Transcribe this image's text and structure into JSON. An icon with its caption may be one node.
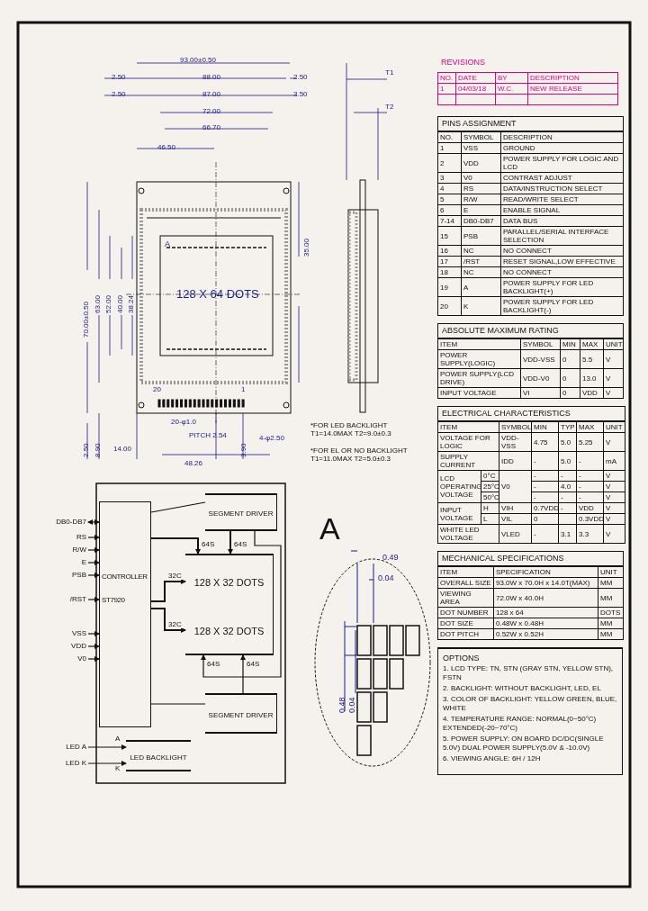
{
  "diagram": {
    "nodes": [
      {
        "text": [
          "CONTROLLER",
          "ST7920"
        ]
      },
      {
        "text": [
          "SEGMENT DRIVER"
        ]
      },
      {
        "text": [
          "128 X 32 DOTS"
        ]
      },
      {
        "text": [
          "128 X 32 DOTS"
        ]
      },
      {
        "text": [
          "SEGMENT DRIVER"
        ]
      },
      {
        "text": [
          "LED BACKLIGHT"
        ]
      },
      {
        "text": [
          "DB0-DB7"
        ]
      },
      {
        "text": [
          "RS"
        ]
      },
      {
        "text": [
          "R/W"
        ]
      },
      {
        "text": [
          "E"
        ]
      },
      {
        "text": [
          "PSB"
        ]
      },
      {
        "text": [
          "/RST"
        ]
      },
      {
        "text": [
          "VSS"
        ]
      },
      {
        "text": [
          "VDD"
        ]
      },
      {
        "text": [
          "V0"
        ]
      },
      {
        "text": [
          "LED A"
        ]
      },
      {
        "text": [
          "LED K"
        ]
      }
    ],
    "edges": [
      {
        "from": 6,
        "to": 0,
        "arrow": "both"
      },
      {
        "from": 7,
        "to": 0,
        "arrow": "to"
      },
      {
        "from": 8,
        "to": 0,
        "arrow": "to"
      },
      {
        "from": 9,
        "to": 0,
        "arrow": "to"
      },
      {
        "from": 10,
        "to": 0,
        "arrow": "to"
      },
      {
        "from": 11,
        "to": 0,
        "arrow": "to"
      },
      {
        "from": 12,
        "to": 0,
        "arrow": "to"
      },
      {
        "from": 13,
        "to": 0,
        "arrow": "to"
      },
      {
        "from": 14,
        "to": 0,
        "arrow": "to"
      },
      {
        "from": 0,
        "to": 1,
        "arrow": "none"
      },
      {
        "from": 0,
        "to": 2,
        "arrow": "to",
        "label": "64S"
      },
      {
        "from": 1,
        "to": 2,
        "arrow": "to",
        "label": "64S"
      },
      {
        "from": 0,
        "to": 2,
        "arrow": "to",
        "label": "32C"
      },
      {
        "from": 0,
        "to": 3,
        "arrow": "to",
        "label": "32C"
      },
      {
        "from": 0,
        "to": 4,
        "arrow": "none"
      },
      {
        "from": 1,
        "to": 3,
        "arrow": "to",
        "label": "64S"
      },
      {
        "from": 4,
        "to": 3,
        "arrow": "to",
        "label": "64S"
      },
      {
        "from": 15,
        "to": 5,
        "arrow": "to"
      },
      {
        "from": 16,
        "to": 5,
        "arrow": "to"
      }
    ],
    "labels": [
      "REVISIONS",
      "NO.",
      "DATE",
      "BY",
      "DESCRIPTION",
      "1",
      "04/03/18",
      "W.C.",
      "NEW RELEASE",
      "PINS ASSIGNMENT",
      "NO.",
      "SYMBOL",
      "DESCRIPTION",
      "1",
      "VSS",
      "GROUND",
      "2",
      "VDD",
      "POWER SUPPLY FOR LOGIC AND LCD",
      "3",
      "V0",
      "CONTRAST ADJUST",
      "4",
      "RS",
      "DATA/INSTRUCTION SELECT",
      "5",
      "R/W",
      "READ/WRITE SELECT",
      "6",
      "E",
      "ENABLE SIGNAL",
      "7-14",
      "DB0-DB7",
      "DATA BUS",
      "15",
      "PSB",
      "PARALLEL/SERIAL INTERFACE SELECTION",
      "16",
      "NC",
      "NO CONNECT",
      "17",
      "/RST",
      "RESET SIGNAL,LOW EFFECTIVE",
      "18",
      "NC",
      "NO CONNECT",
      "19",
      "A",
      "POWER SUPPLY FOR LED BACKLIGHT(+)",
      "20",
      "K",
      "POWER SUPPLY FOR LED BACKLIGHT(-)",
      "ABSOLUTE MAXIMUM RATING",
      "ITEM",
      "SYMBOL",
      "MIN",
      "MAX",
      "UNIT",
      "POWER SUPPLY(LOGIC)",
      "VDD-VSS",
      "0",
      "5.5",
      "V",
      "POWER SUPPLY(LCD DRIVE)",
      "VDD-V0",
      "0",
      "13.0",
      "V",
      "INPUT VOLTAGE",
      "VI",
      "0",
      "VDD",
      "V",
      "ELECTRICAL CHARACTERISTICS",
      "ITEM",
      "SYMBOL",
      "MIN",
      "TYP",
      "MAX",
      "UNIT",
      "VOLTAGE FOR LOGIC",
      "VDD-VSS",
      "4.75",
      "5.0",
      "5.25",
      "V",
      "SUPPLY CURRENT",
      "IDD",
      "-",
      "5.0",
      "-",
      "mA",
      "LCD OPERATING VOLTAGE",
      "0°C",
      "V0",
      "-",
      "-",
      "-",
      "V",
      "25°C",
      "-",
      "4.0",
      "-",
      "V",
      "50°C",
      "-",
      "-",
      "-",
      "V",
      "INPUT VOLTAGE",
      "H",
      "VIH",
      "0.7VDD",
      "-",
      "VDD",
      "V",
      "L",
      "VIL",
      "0",
      "0.3VDD",
      "V",
      "WHITE LED VOLTAGE",
      "VLED",
      "-",
      "3.1",
      "3.3",
      "V",
      "MECHANICAL SPECIFICATIONS",
      "ITEM",
      "SPECIFICATION",
      "UNIT",
      "OVERALL SIZE",
      "93.0W x 70.0H x 14.0T(MAX)",
      "MM",
      "VIEWING AREA",
      "72.0W x 40.0H",
      "MM",
      "DOT NUMBER",
      "128 x 64",
      "DOTS",
      "DOT SIZE",
      "0.48W x 0.48H",
      "MM",
      "DOT PITCH",
      "0.52W x 0.52H",
      "MM",
      "OPTIONS",
      "1. LCD TYPE: TN, STN (GRAY STN, YELLOW STN), FSTN",
      "2. BACKLIGHT: WITHOUT BACKLIGHT, LED, EL",
      "3. COLOR OF BACKLIGHT: YELLOW GREEN, BLUE, WHITE",
      "4. TEMPERATURE RANGE: NORMAL(0~50°C) EXTENDED(-20~70°C)",
      "5. POWER SUPPLY: ON BOARD DC/DC(SINGLE 5.0V) DUAL POWER SUPPLY(5.0V & -10.0V)",
      "6. VIEWING ANGLE: 6H / 12H",
      "93.00±0.50",
      "2.50",
      "88.00",
      "2.50",
      "2.50",
      "87.00",
      "3.50",
      "72.00",
      "66.70",
      "T1",
      "T2",
      "46.50",
      "35.00",
      "70.00±0.50",
      "63.00",
      "52.00",
      "40.00",
      "38.24",
      "128 X 64 DOTS",
      "A",
      "20",
      "1",
      "20-φ1.0",
      "PITCH 2.54",
      "48.26",
      "4-φ2.50",
      "2.50",
      "8.90",
      "14.00",
      "3.90",
      "*FOR LED BACKLIGHT T1=14.0MAX T2=9.0±0.3",
      "*FOR EL OR NO BACKLIGHT T1=11.0MAX T2=5.0±0.3",
      "A",
      "K",
      "A",
      "0.49",
      "0.04",
      "0.48",
      "0.04"
    ]
  }
}
